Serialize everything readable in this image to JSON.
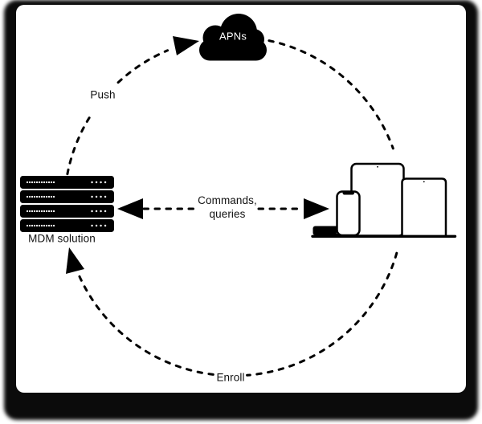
{
  "diagram": {
    "title_hint": "MDM push/enroll flow diagram",
    "nodes": [
      {
        "id": "apns",
        "label": "APNs",
        "icon": "cloud-icon",
        "position": "top"
      },
      {
        "id": "mdm",
        "label": "MDM solution",
        "icon": "server-rack-icon",
        "position": "left"
      },
      {
        "id": "devices",
        "label": "",
        "icon": "devices-icon",
        "position": "right"
      }
    ],
    "edges": [
      {
        "from": "mdm",
        "to": "apns",
        "label": "Push",
        "style": "dashed-arc-arrow"
      },
      {
        "from": "mdm",
        "to": "devices",
        "label": "Commands,\nqueries",
        "style": "dashed-double-arrow"
      },
      {
        "from": "apns",
        "to": "devices",
        "label": "",
        "style": "dashed-arc"
      },
      {
        "from": "devices",
        "to": "mdm",
        "label": "Enroll",
        "style": "dashed-arc-arrow"
      }
    ],
    "icons": {
      "cloud": "apns-cloud-icon",
      "server": "server-rack-icon",
      "devices": [
        "apple-tv-icon",
        "iphone-icon",
        "ipad-icon",
        "macbook-icon"
      ]
    },
    "colors": {
      "ink": "#000000",
      "background": "#ffffff",
      "frame_shadow": "#0b0b0b",
      "cloud_text": "#ffffff"
    }
  }
}
